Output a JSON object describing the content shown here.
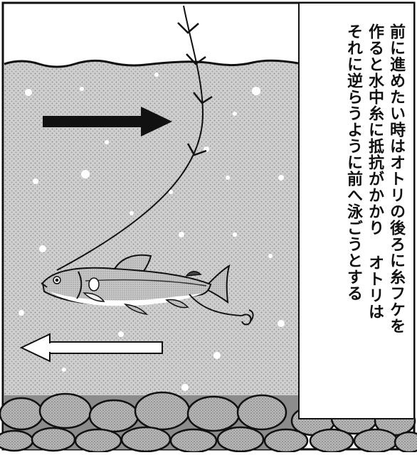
{
  "caption": {
    "lines": [
      "前に進めたい時はオトリの後ろに糸フケを",
      "作ると水中糸に抵抗がかかり オトリは",
      "それに逆らうように前へ泳ごうとする"
    ]
  },
  "arrows": {
    "forward_direction": "right",
    "resist_direction": "left",
    "forward_color": "#111111",
    "resist_color": "#ffffff"
  },
  "icons": {
    "fish": "ayu-decoy-fish",
    "line": "fishing-line",
    "hook": "hook"
  }
}
